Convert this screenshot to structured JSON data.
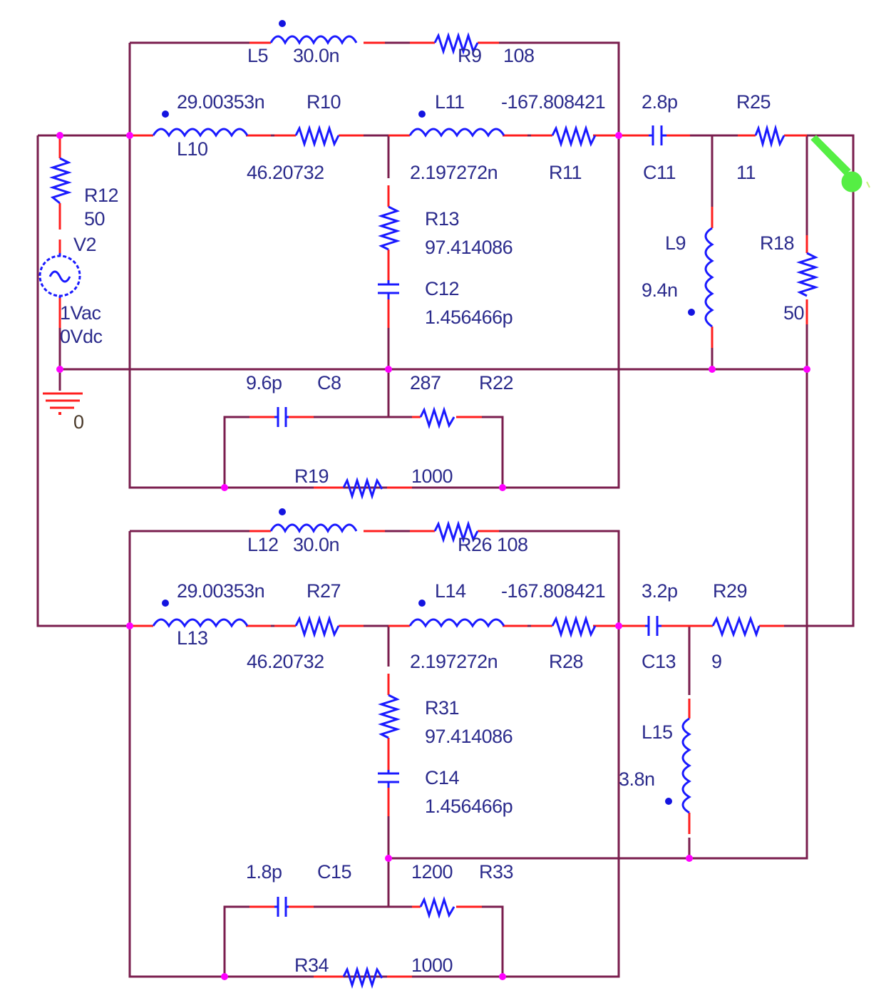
{
  "diagram": {
    "type": "circuit-schematic",
    "colors": {
      "wire": "#7a1e4e",
      "lead": "#ff1e1e",
      "component": "#1a1aff",
      "junction": "#ff00ff",
      "label": "#2b2b8c",
      "probe": "#55ee44"
    },
    "source": {
      "ref": "V2",
      "ac": "1Vac",
      "dc": "0Vdc",
      "series_resistor": {
        "ref": "R12",
        "value": "50"
      },
      "ground_label": "0"
    },
    "branch_top": {
      "upper_path": [
        {
          "ref": "L5",
          "value": "30.0n"
        },
        {
          "ref": "R9",
          "value": "108"
        }
      ],
      "main_path": [
        {
          "ref": "L10",
          "value": "29.00353n"
        },
        {
          "ref": "R10",
          "value": "46.20732"
        },
        {
          "ref": "L11",
          "value": "2.197272n"
        },
        {
          "ref": "R11",
          "value": "-167.808421"
        }
      ],
      "shunt": [
        {
          "ref": "R13",
          "value": "97.414086"
        },
        {
          "ref": "C12",
          "value": "1.456466p"
        }
      ],
      "feedback": [
        {
          "ref": "C8",
          "value": "9.6p"
        },
        {
          "ref": "R22",
          "value": "287"
        },
        {
          "ref": "R19",
          "value": "1000"
        }
      ],
      "output": [
        {
          "ref": "C11",
          "value": "2.8p"
        },
        {
          "ref": "R25",
          "value": "11"
        },
        {
          "ref": "L9",
          "value": "9.4n"
        },
        {
          "ref": "R18",
          "value": "50"
        }
      ]
    },
    "branch_bottom": {
      "upper_path": [
        {
          "ref": "L12",
          "value": "30.0n"
        },
        {
          "ref": "R26",
          "value": "108"
        }
      ],
      "main_path": [
        {
          "ref": "L13",
          "value": "29.00353n"
        },
        {
          "ref": "R27",
          "value": "46.20732"
        },
        {
          "ref": "L14",
          "value": "2.197272n"
        },
        {
          "ref": "R28",
          "value": "-167.808421"
        }
      ],
      "shunt": [
        {
          "ref": "R31",
          "value": "97.414086"
        },
        {
          "ref": "C14",
          "value": "1.456466p"
        }
      ],
      "feedback": [
        {
          "ref": "C15",
          "value": "1.8p"
        },
        {
          "ref": "R33",
          "value": "1200"
        },
        {
          "ref": "R34",
          "value": "1000"
        }
      ],
      "output": [
        {
          "ref": "C13",
          "value": "3.2p"
        },
        {
          "ref": "R29",
          "value": "9"
        },
        {
          "ref": "L15",
          "value": "3.8n"
        }
      ]
    },
    "probe": "voltage-probe-marker"
  }
}
